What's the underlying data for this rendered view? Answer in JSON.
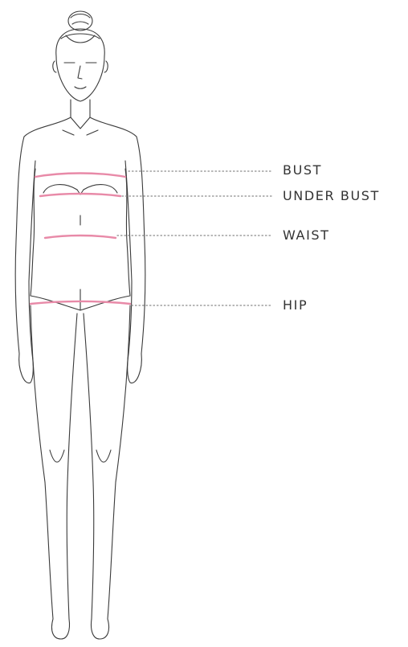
{
  "labels": {
    "bust": "BUST",
    "under_bust": "UNDER BUST",
    "waist": "WAIST",
    "hip": "HIP"
  },
  "colors": {
    "outline": "#3a3a3a",
    "measure_line": "#e88aa8",
    "leader_line": "#8a8a8a",
    "label_text": "#333333"
  }
}
